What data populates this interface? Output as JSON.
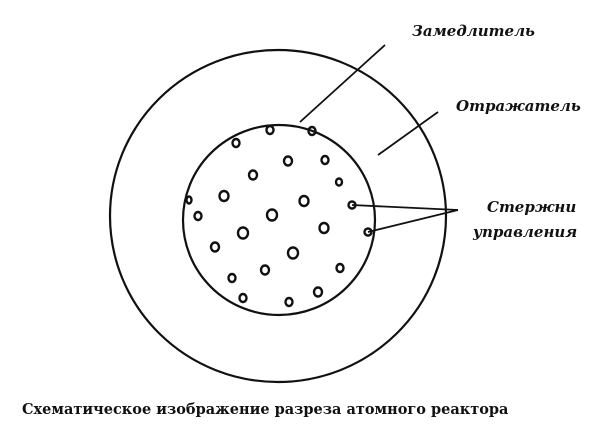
{
  "labels": {
    "moderator": "Замедлитель",
    "reflector": "Отражатель",
    "control_rods_line1": "Стержни",
    "control_rods_line2": "управления"
  },
  "caption": "Схематическое изображение разреза атомного реактора",
  "colors": {
    "ink": "#111111",
    "background": "#ffffff"
  }
}
